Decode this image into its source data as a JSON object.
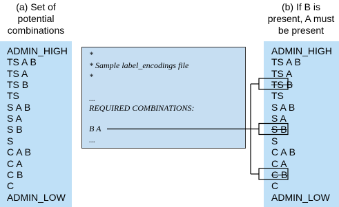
{
  "left_column": {
    "heading": [
      "(a) Set of",
      "potential",
      "combinations"
    ],
    "items": [
      "ADMIN_HIGH",
      "TS A B",
      "TS A",
      "TS B",
      "TS",
      "S A B",
      "S A",
      "S B",
      "S",
      "C A B",
      "C A",
      "C B",
      "C",
      "ADMIN_LOW"
    ]
  },
  "right_column": {
    "heading": [
      "(b) If B is",
      "present, A must",
      "be present"
    ],
    "items": [
      {
        "text": "ADMIN_HIGH",
        "struck": false
      },
      {
        "text": "TS A B",
        "struck": false
      },
      {
        "text": "TS A",
        "struck": false
      },
      {
        "text": "TS B",
        "struck": true
      },
      {
        "text": "TS",
        "struck": false
      },
      {
        "text": "S A B",
        "struck": false
      },
      {
        "text": "S A",
        "struck": false
      },
      {
        "text": "S B",
        "struck": true
      },
      {
        "text": "S",
        "struck": false
      },
      {
        "text": "C A B",
        "struck": false
      },
      {
        "text": "C A",
        "struck": false
      },
      {
        "text": "C B",
        "struck": true
      },
      {
        "text": "C",
        "struck": false
      },
      {
        "text": "ADMIN_LOW",
        "struck": false
      }
    ]
  },
  "code_box": {
    "lines": [
      "*",
      "* Sample label_encodings file",
      "*",
      "",
      "...",
      "REQUIRED COMBINATIONS:",
      "",
      "B A",
      "..."
    ]
  },
  "colors": {
    "panel_background": "#bfe0f7",
    "code_background": "#c6def2",
    "border": "#333333"
  }
}
